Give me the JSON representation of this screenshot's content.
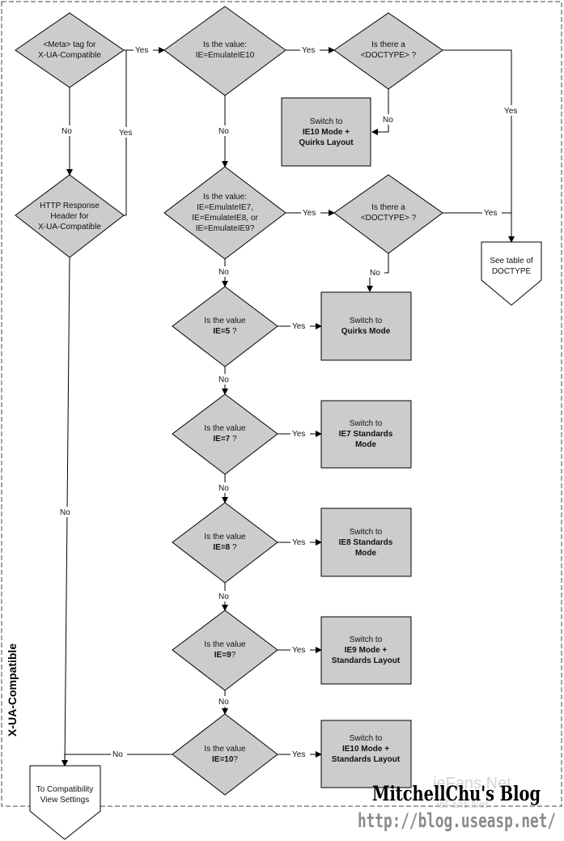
{
  "swimlane_label": "X-UA-Compatible",
  "nodes": {
    "meta": [
      "<Meta> tag for",
      "X-UA-Compatible"
    ],
    "http": [
      "HTTP Response",
      "Header for",
      "X-UA-Compatible"
    ],
    "q_ie10": [
      "Is the value:",
      "IE=EmulateIE10"
    ],
    "doctype1": [
      "Is there a",
      "<DOCTYPE> ?"
    ],
    "ie10_quirks": [
      "Switch to",
      "IE10 Mode +",
      "Quirks Layout"
    ],
    "q_emulate": [
      "Is the value:",
      "IE=EmulateIE7,",
      "IE=EmulateIE8, or",
      "IE=EmulateIE9?"
    ],
    "doctype2": [
      "Is there a",
      "<DOCTYPE> ?"
    ],
    "see_table": [
      "See table of",
      "DOCTYPE"
    ],
    "q_ie5": [
      "Is the value",
      "IE=5",
      " ?"
    ],
    "quirks": [
      "Switch to",
      "Quirks Mode"
    ],
    "q_ie7": [
      "Is the value",
      "IE=7",
      " ?"
    ],
    "ie7_std": [
      "Switch to",
      "IE7 Standards",
      "Mode"
    ],
    "q_ie8": [
      "Is the value",
      "IE=8",
      " ?"
    ],
    "ie8_std": [
      "Switch to",
      "IE8 Standards",
      "Mode"
    ],
    "q_ie9": [
      "Is the value",
      "IE=9",
      "?"
    ],
    "ie9_std": [
      "Switch to",
      "IE9 Mode +",
      "Standards Layout"
    ],
    "q_ie10b": [
      "Is the value",
      "IE=10",
      "?"
    ],
    "ie10_std": [
      "Switch to",
      "IE10 Mode +",
      "Standards Layout"
    ],
    "compat": [
      "To Compatibility",
      "View Settings"
    ]
  },
  "edge_labels": {
    "yes": "Yes",
    "no": "No"
  },
  "watermark": {
    "brand": "MitchellChu's Blog",
    "url": "http://blog.useasp.net/",
    "faint_top": "ieFans.Net",
    "faint_bottom": "ieFans.Net"
  }
}
